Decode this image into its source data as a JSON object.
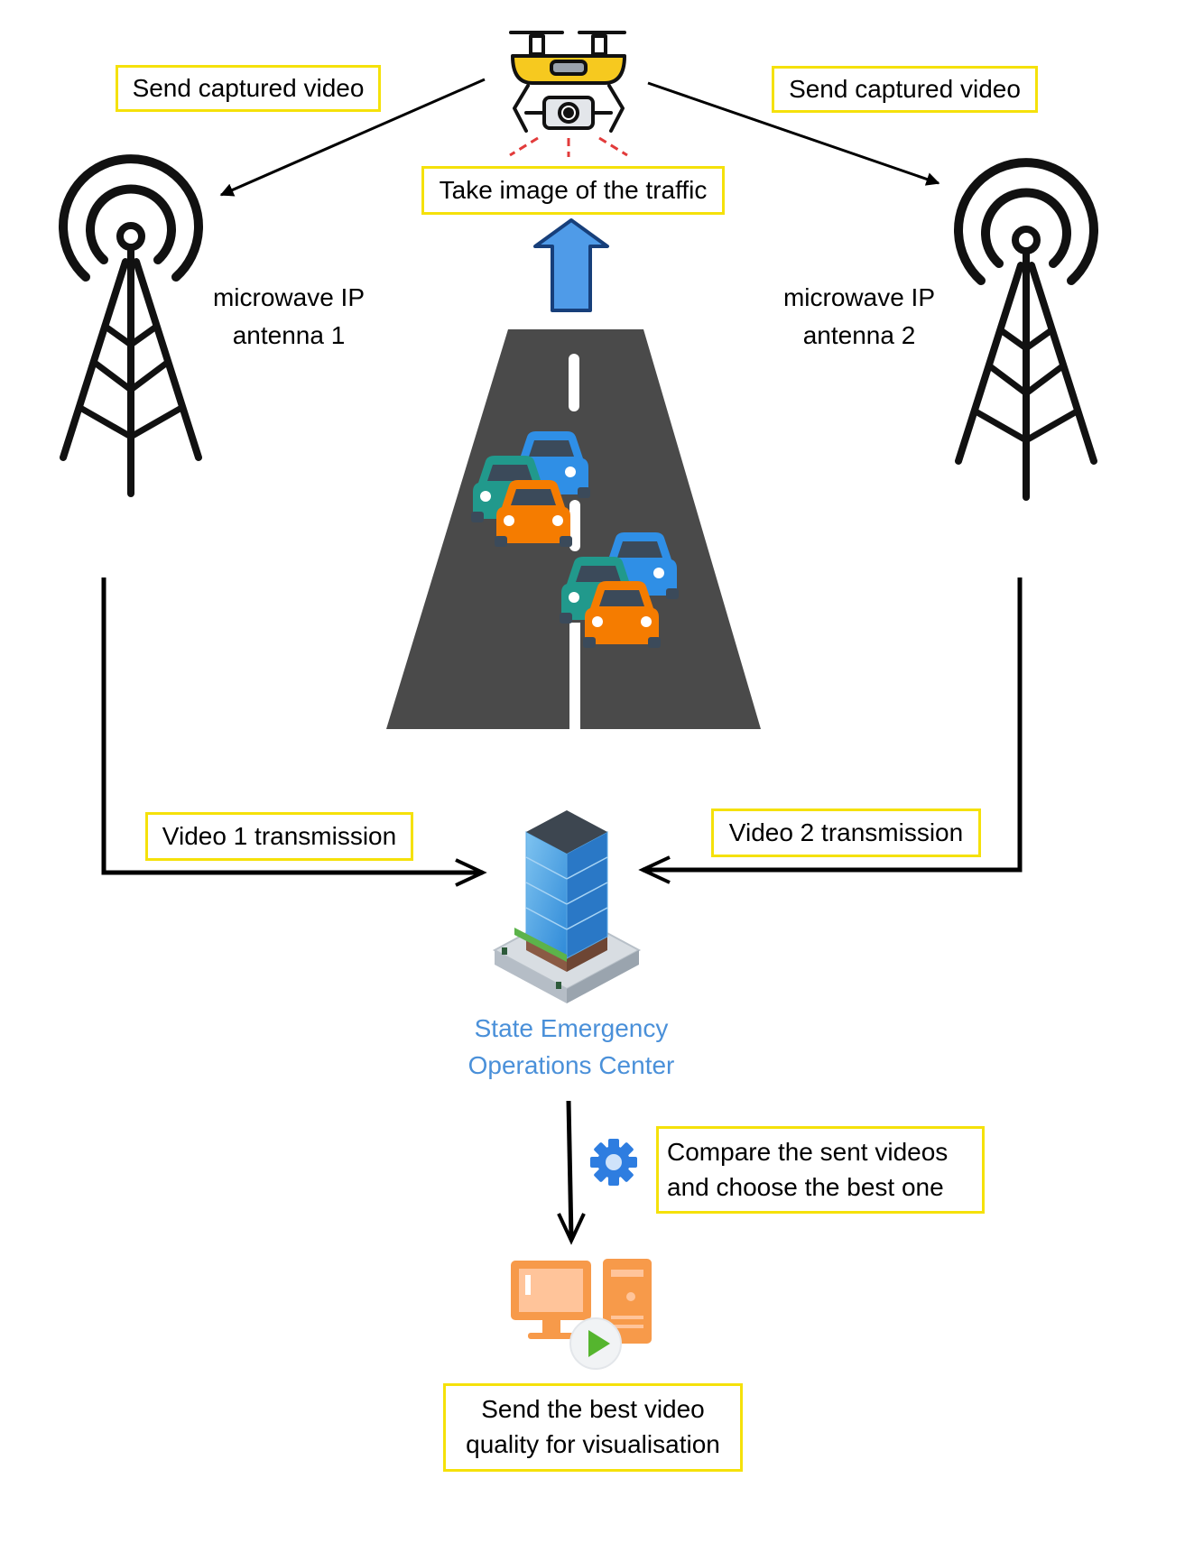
{
  "labels": {
    "send_left": "Send captured video",
    "send_right": "Send captured video",
    "take_image": "Take image of the traffic",
    "antenna1": [
      "microwave IP",
      "antenna 1"
    ],
    "antenna2": [
      "microwave IP",
      "antenna 2"
    ],
    "video1": "Video 1 transmission",
    "video2": "Video 2 transmission",
    "center": [
      "State Emergency",
      "Operations Center"
    ],
    "compare": [
      "Compare the sent videos",
      "and choose the best one"
    ],
    "send_best": [
      "Send the best video",
      "quality for visualisation"
    ]
  },
  "colors": {
    "label_border": "#f5e10a",
    "center_text": "#4a90d9",
    "road": "#4a4a4a",
    "arrow_up": "#2f6fc0"
  },
  "icons": [
    "drone-icon",
    "antenna-tower-icon",
    "road-traffic-icon",
    "office-building-icon",
    "gear-icon",
    "computer-video-icon"
  ]
}
